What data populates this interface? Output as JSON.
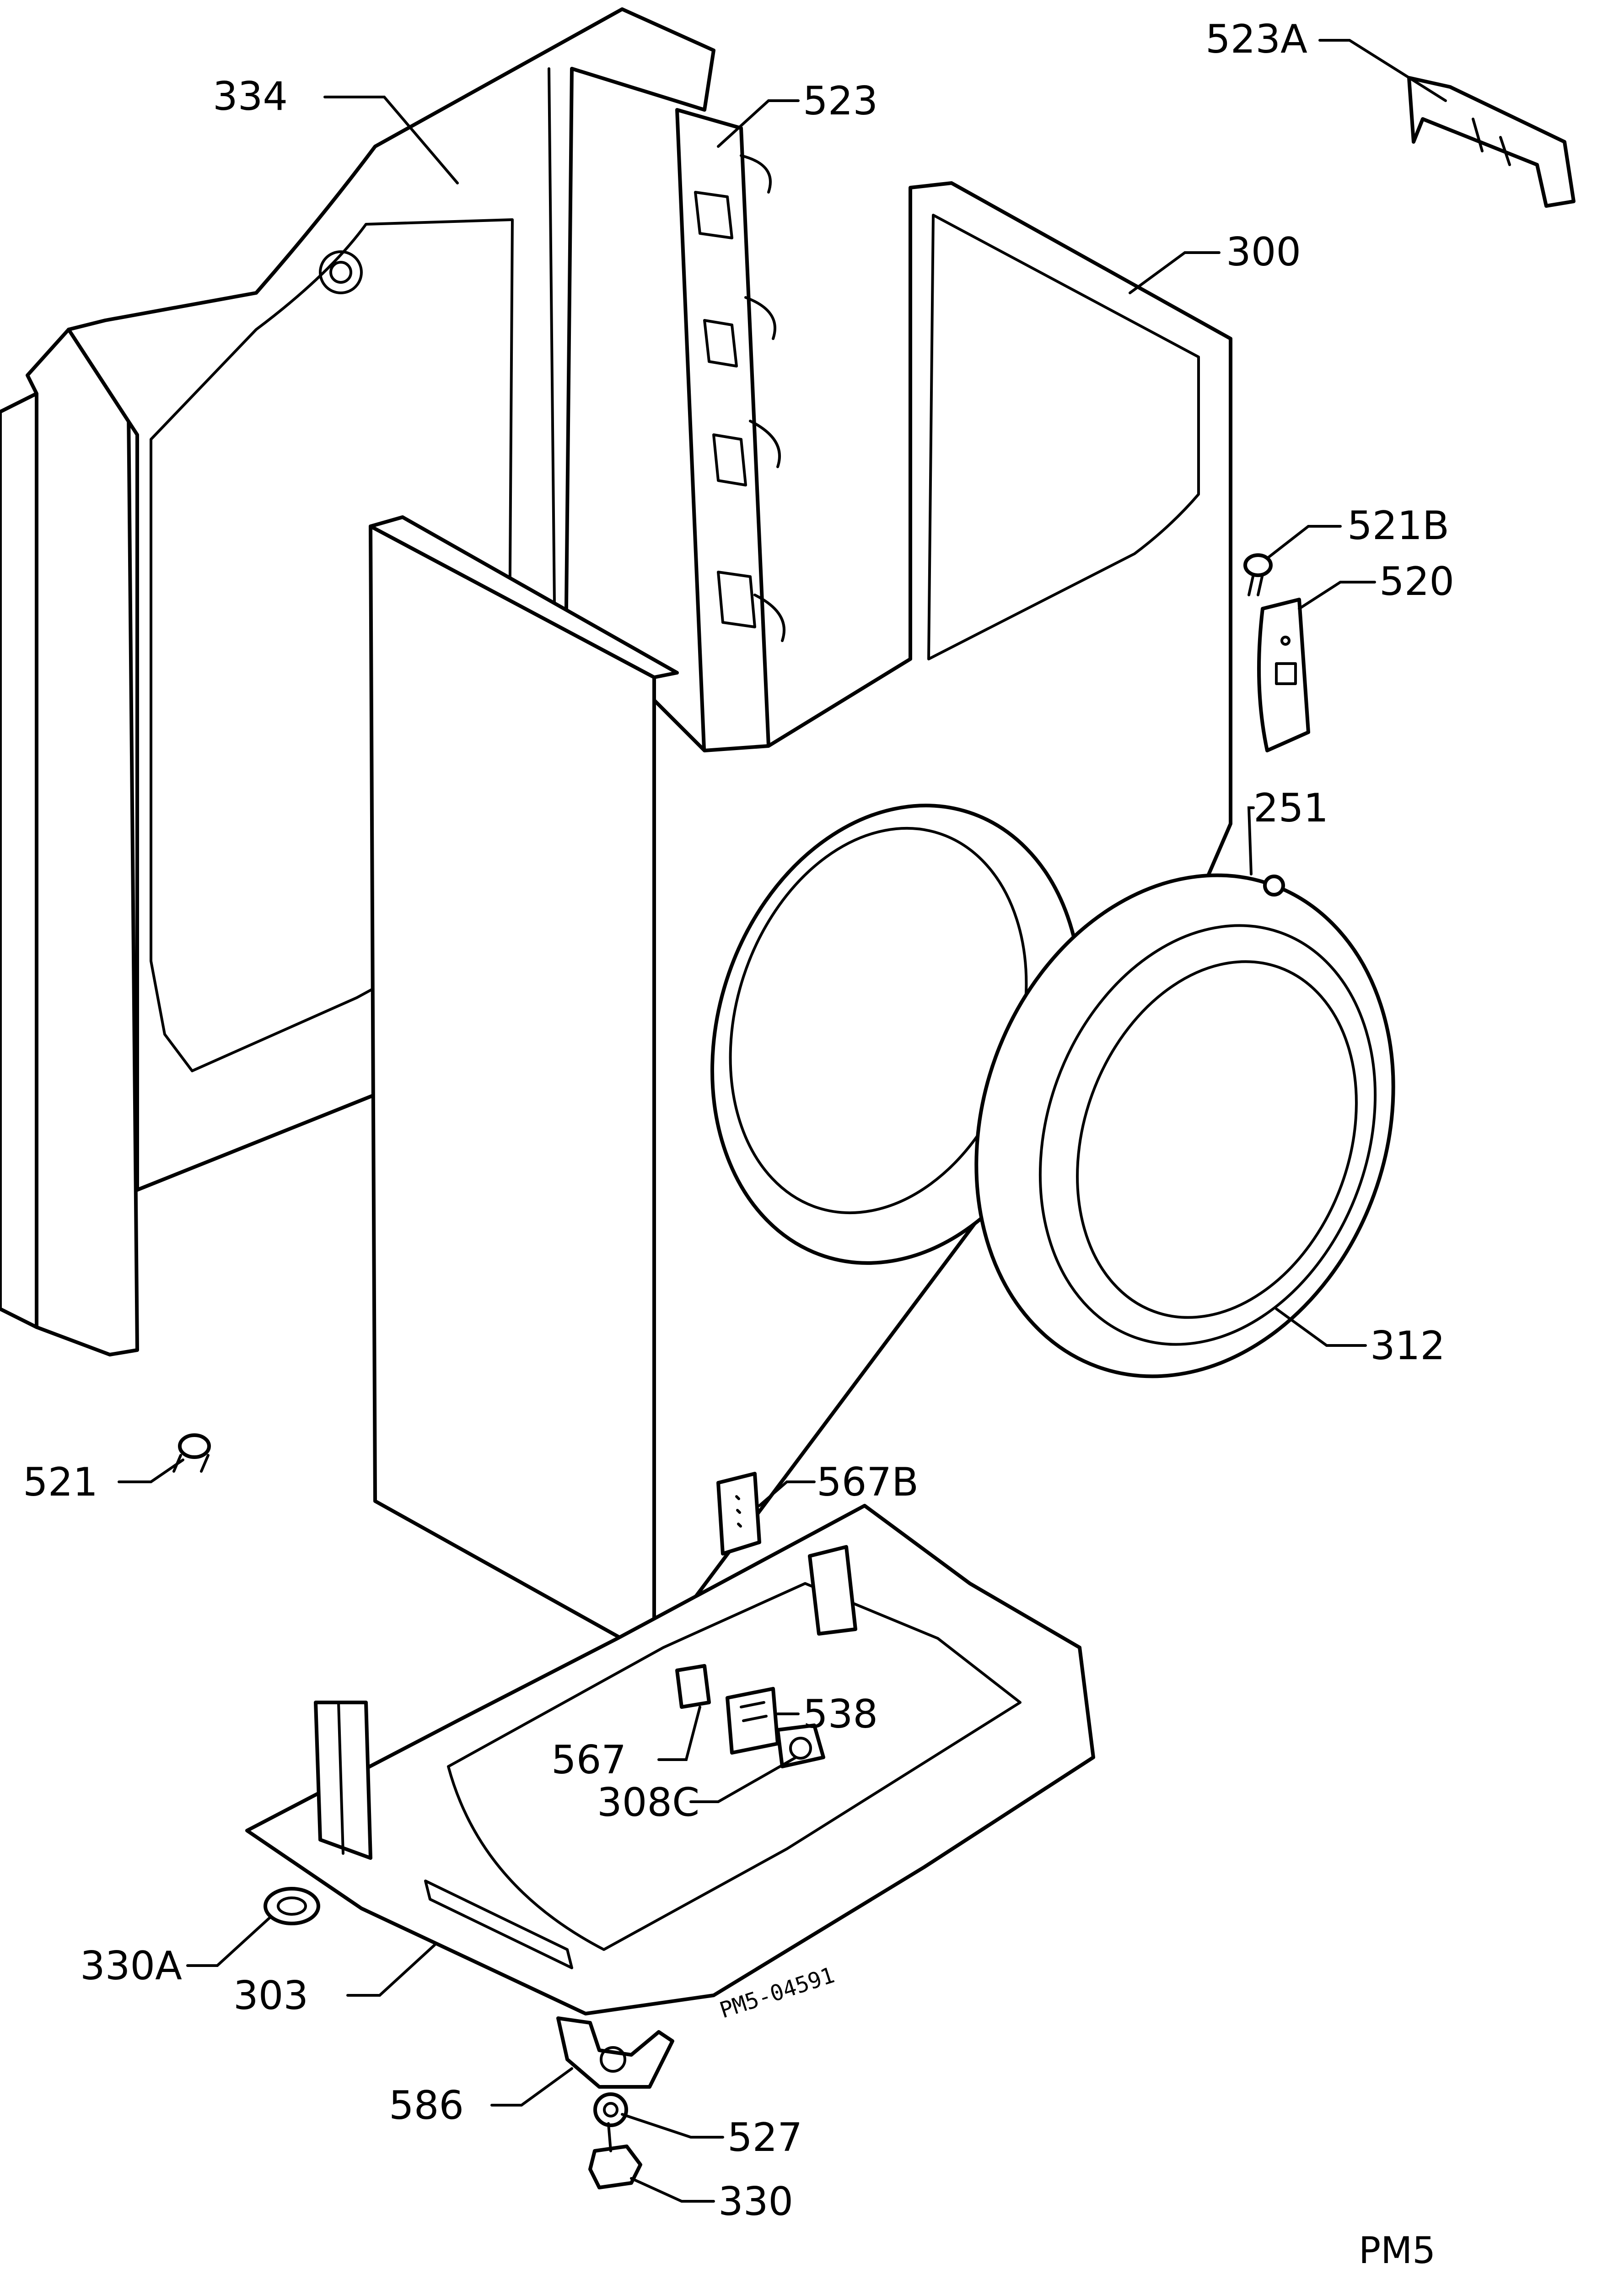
{
  "callouts": {
    "c334": "334",
    "c523": "523",
    "c523A": "523A",
    "c300": "300",
    "c521B": "521B",
    "c520": "520",
    "c251": "251",
    "c312": "312",
    "c521": "521",
    "c567B": "567B",
    "c538": "538",
    "c567": "567",
    "c308C": "308C",
    "c330A": "330A",
    "c303": "303",
    "c586": "586",
    "c527": "527",
    "c330": "330"
  },
  "stamp": "PM5-04591",
  "figure_ref": "PM5"
}
